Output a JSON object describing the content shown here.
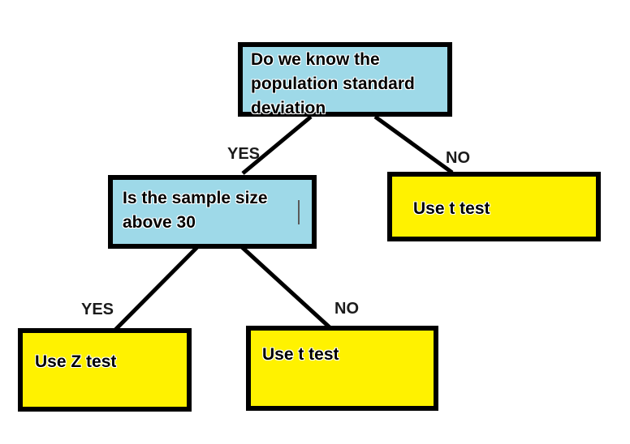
{
  "diagram": {
    "description": "Decision tree for choosing between Z test and t test",
    "nodes": {
      "root": {
        "label": "Do we know the\npopulation standard\ndeviation",
        "type": "decision"
      },
      "sample_size": {
        "label": "Is the sample size\nabove 30",
        "type": "decision"
      },
      "use_t_right": {
        "label": "Use t test",
        "type": "result"
      },
      "use_z": {
        "label": "Use Z test",
        "type": "result"
      },
      "use_t_bottom": {
        "label": "Use t test",
        "type": "result"
      }
    },
    "edge_labels": {
      "root_yes": "YES",
      "root_no": "NO",
      "sample_yes": "YES",
      "sample_no": "NO"
    },
    "colors": {
      "decision_fill": "#9ED9E8",
      "result_fill": "#FFF200",
      "stroke": "#000000",
      "background": "#FFFFFF"
    }
  }
}
